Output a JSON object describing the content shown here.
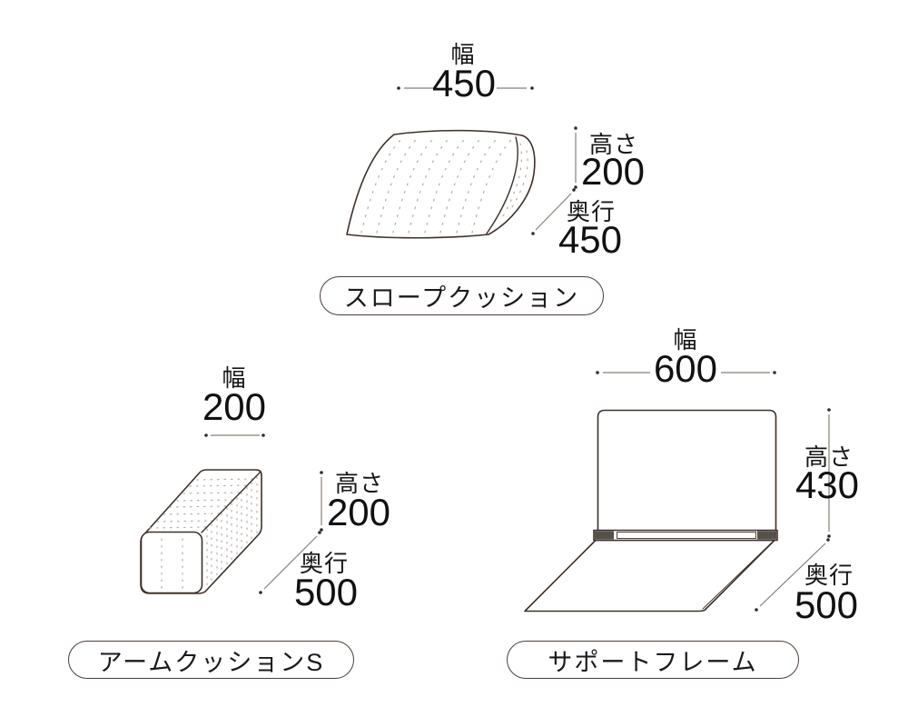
{
  "diagram": {
    "background": "#ffffff",
    "colors": {
      "outline": "#3e3029",
      "dimension_line": "#8a7f76",
      "quilt_dot": "#b7b1ac",
      "text": "#161616",
      "pill_border": "#4e3e36",
      "hinge_fill": "#56504a"
    }
  },
  "products": [
    {
      "id": "slope-cushion",
      "name": "スロープクッション",
      "dimensions": {
        "width": {
          "label": "幅",
          "value": "450"
        },
        "height": {
          "label": "高さ",
          "value": "200"
        },
        "depth": {
          "label": "奥行",
          "value": "450"
        }
      }
    },
    {
      "id": "arm-cushion-s",
      "name": "アームクッションS",
      "dimensions": {
        "width": {
          "label": "幅",
          "value": "200"
        },
        "height": {
          "label": "高さ",
          "value": "200"
        },
        "depth": {
          "label": "奥行",
          "value": "500"
        }
      }
    },
    {
      "id": "support-frame",
      "name": "サポートフレーム",
      "dimensions": {
        "width": {
          "label": "幅",
          "value": "600"
        },
        "height": {
          "label": "高さ",
          "value": "430"
        },
        "depth": {
          "label": "奥行",
          "value": "500"
        }
      }
    }
  ]
}
